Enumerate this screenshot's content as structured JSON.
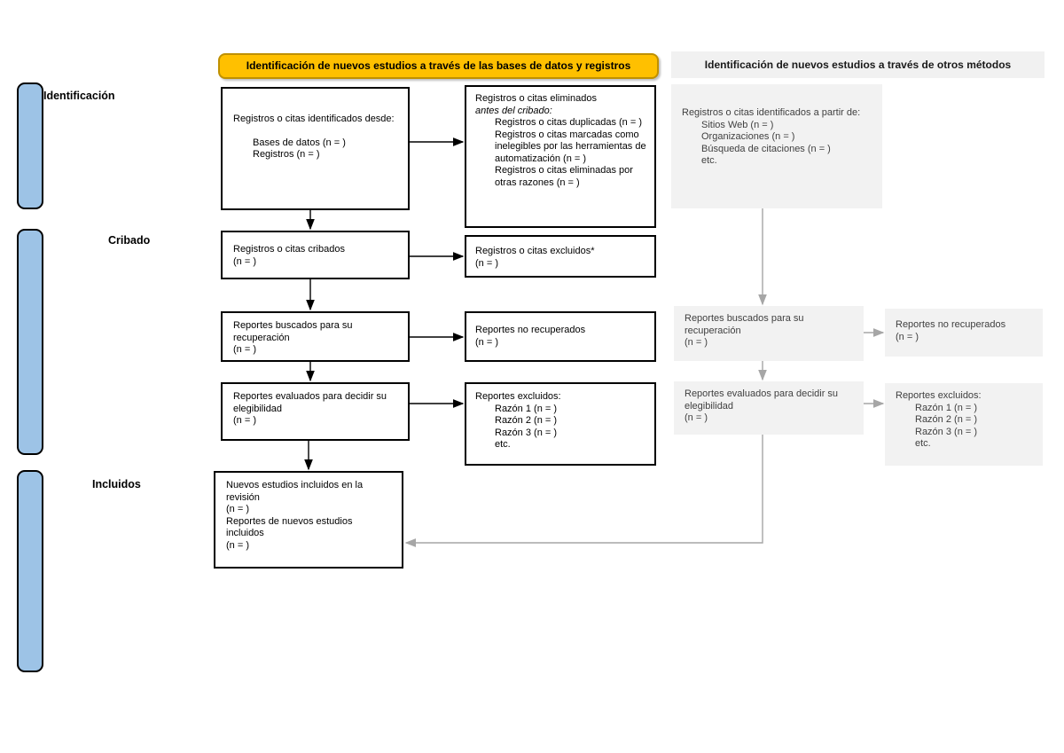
{
  "headers": {
    "databases": "Identificación de nuevos estudios a través de las bases de datos y registros",
    "other_methods": "Identificación de nuevos estudios a través de otros métodos"
  },
  "stages": {
    "identification": "Identificación",
    "screening": "Cribado",
    "included": "Incluidos"
  },
  "boxes": {
    "identified_db": {
      "head": "Registros o citas identificados desde:",
      "items": [
        "Bases de datos (n = )",
        "Registros (n = )"
      ]
    },
    "removed_before": {
      "head": "Registros o citas eliminados",
      "head_italic": "antes del cribado:",
      "items": [
        "Registros o citas duplicadas (n = )",
        "Registros o citas marcadas como inelegibles por las herramientas de automatización (n = )",
        "Registros o citas eliminadas por otras razones (n = )"
      ]
    },
    "screened": {
      "line1": "Registros o citas cribados",
      "line2": "(n = )"
    },
    "excluded": {
      "line1": "Registros o citas excluidos*",
      "line2": "(n = )"
    },
    "sought": {
      "line1": "Reportes buscados para su recuperación",
      "line2": "(n = )"
    },
    "not_retrieved": {
      "line1": "Reportes no recuperados",
      "line2": "(n = )"
    },
    "assessed": {
      "line1": "Reportes evaluados para decidir su elegibilidad",
      "line2": "(n = )"
    },
    "reports_excluded": {
      "head": "Reportes excluidos:",
      "items": [
        "Razón 1 (n = )",
        "Razón 2 (n = )",
        "Razón 3 (n = )",
        "etc."
      ]
    },
    "included_studies": {
      "lines": [
        "Nuevos estudios incluidos en la revisión",
        "(n = )",
        "Reportes de nuevos estudios incluidos",
        "(n = )"
      ]
    },
    "identified_other": {
      "head": "Registros o citas identificados a partir de:",
      "items": [
        "Sitios Web (n = )",
        "Organizaciones (n = )",
        "Búsqueda de citaciones (n = )",
        "etc."
      ]
    }
  },
  "colors": {
    "header_yellow": "#FFC000",
    "header_yellow_border": "#BF9000",
    "header_gray_bg": "#F1F1F1",
    "gray_box_bg": "#F2F2F2",
    "blue_bar": "#9DC3E6",
    "arrow_black": "#000000",
    "arrow_gray": "#A6A6A6"
  }
}
